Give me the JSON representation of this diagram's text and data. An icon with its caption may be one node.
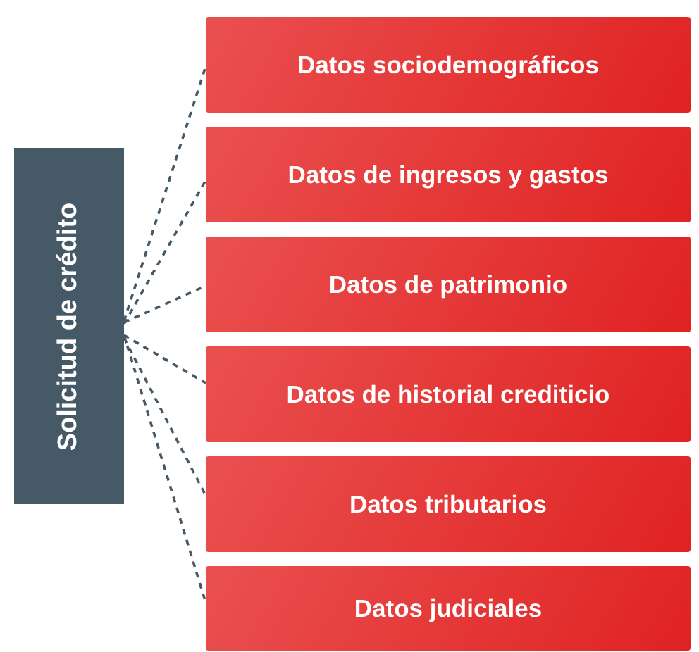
{
  "diagram": {
    "nodes": [
      {
        "text": [
          "Solicitud de crédito"
        ]
      },
      {
        "text": [
          "Datos sociodemográficos"
        ]
      },
      {
        "text": [
          "Datos de ingresos y gastos"
        ]
      },
      {
        "text": [
          "Datos de patrimonio"
        ]
      },
      {
        "text": [
          "Datos de historial crediticio"
        ]
      },
      {
        "text": [
          "Datos tributarios"
        ]
      },
      {
        "text": [
          "Datos judiciales"
        ]
      }
    ],
    "edges": [
      {
        "from": 0,
        "to": 1,
        "arrow": "none",
        "style": "dashed"
      },
      {
        "from": 0,
        "to": 2,
        "arrow": "none",
        "style": "dashed"
      },
      {
        "from": 0,
        "to": 3,
        "arrow": "none",
        "style": "dashed"
      },
      {
        "from": 0,
        "to": 4,
        "arrow": "none",
        "style": "dashed"
      },
      {
        "from": 0,
        "to": 5,
        "arrow": "none",
        "style": "dashed"
      },
      {
        "from": 0,
        "to": 6,
        "arrow": "none",
        "style": "dashed"
      }
    ]
  }
}
